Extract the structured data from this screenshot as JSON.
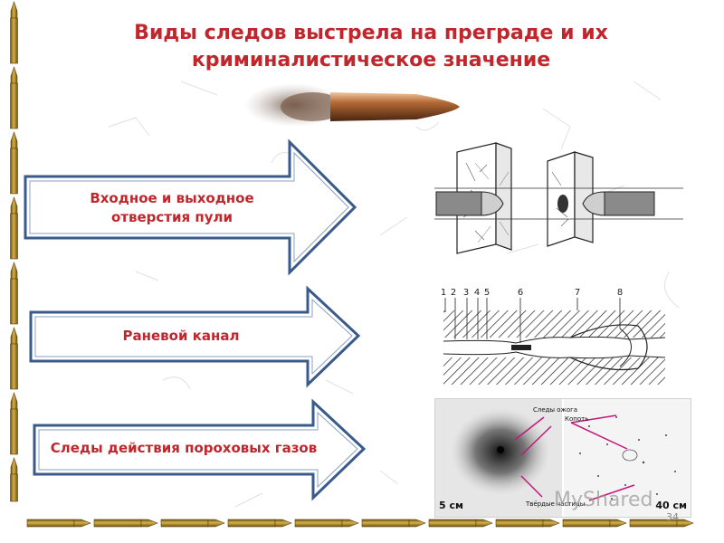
{
  "slide": {
    "title": "Виды следов выстрела на преграде и их криминалистическое значение",
    "page_number": "34"
  },
  "arrows": [
    {
      "label": "Входное и выходное отверстия пули"
    },
    {
      "label": "Раневой канал"
    },
    {
      "label": "Следы действия пороховых газов"
    }
  ],
  "channel_diagram": {
    "numbers": [
      "1",
      "2",
      "3",
      "4",
      "5",
      "6",
      "7",
      "8"
    ]
  },
  "powder_photo": {
    "scale_left": "5 см",
    "scale_right": "40 см",
    "label_burn": "Следы ожога",
    "label_soot": "Копоть",
    "label_particles": "Твёрдые частицы"
  },
  "watermark": "MyShared",
  "colors": {
    "title": "#c0262c",
    "arrow_border": "#3a5a8c",
    "pointer": "#c2187a"
  }
}
